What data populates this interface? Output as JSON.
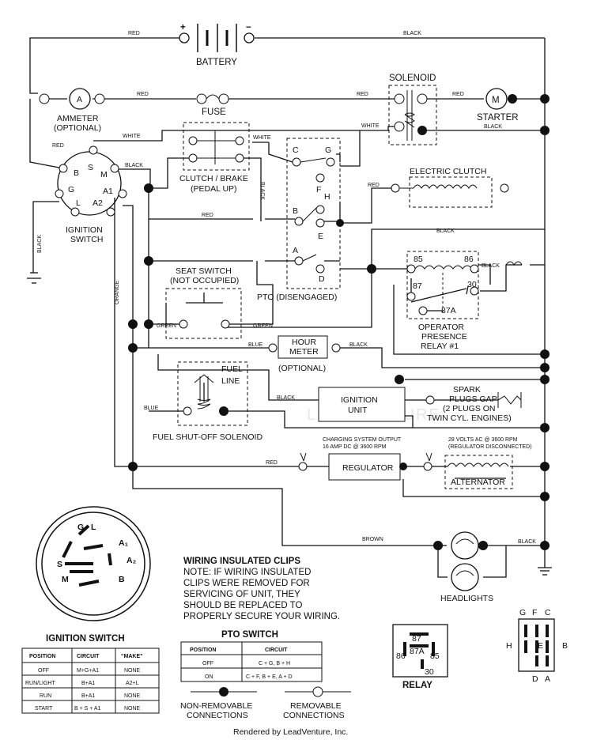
{
  "watermark": "LEADVENTURE",
  "footer": "Rendered by LeadVenture, Inc.",
  "battery": {
    "label": "BATTERY",
    "pos": "+",
    "neg": "−"
  },
  "solenoid": {
    "label": "SOLENOID"
  },
  "starter": {
    "label": "STARTER",
    "motor": "M"
  },
  "ammeter": {
    "symbol": "A",
    "label1": "AMMETER",
    "label2": "(OPTIONAL)"
  },
  "fuse": {
    "label": "FUSE"
  },
  "clutch_brake": {
    "label1": "CLUTCH / BRAKE",
    "label2": "(PEDAL UP)"
  },
  "ignition_switch": {
    "label1": "IGNITION",
    "label2": "SWITCH",
    "terminals": {
      "B": "B",
      "S": "S",
      "M": "M",
      "G": "G",
      "A1": "A1",
      "L": "L",
      "A2": "A2"
    }
  },
  "pto": {
    "label": "PTO (DISENGAGED)",
    "terminals": {
      "C": "C",
      "G": "G",
      "F": "F",
      "H": "H",
      "B": "B",
      "E": "E",
      "A": "A",
      "D": "D"
    }
  },
  "electric_clutch": {
    "label": "ELECTRIC CLUTCH"
  },
  "seat_switch": {
    "label1": "SEAT SWITCH",
    "label2": "(NOT OCCUPIED)"
  },
  "relay1": {
    "label1": "OPERATOR",
    "label2": "PRESENCE",
    "label3": "RELAY #1",
    "pins": {
      "p85": "85",
      "p86": "86",
      "p87": "87",
      "p30": "30",
      "p87a": "87A"
    }
  },
  "hour_meter": {
    "label1": "HOUR",
    "label2": "METER",
    "label3": "(OPTIONAL)"
  },
  "ignition_unit": {
    "label1": "IGNITION",
    "label2": "UNIT"
  },
  "spark": {
    "label1": "SPARK",
    "label2": "PLUGS GAP",
    "label3": "(2 PLUGS ON",
    "label4": "TWIN CYL. ENGINES)"
  },
  "fuel": {
    "label1": "FUEL",
    "label2": "LINE",
    "solenoid": "FUEL SHUT-OFF SOLENOID"
  },
  "regulator": {
    "label": "REGULATOR",
    "output1": "CHARGING SYSTEM OUTPUT",
    "output2": "16 AMP DC @ 3600 RPM",
    "volts1": "28 VOLTS AC @ 3600 RPM",
    "volts2": "(REGULATOR DISCONNECTED)"
  },
  "alternator": {
    "label": "ALTERNATOR"
  },
  "headlights": {
    "label": "HEADLIGHTS"
  },
  "wires": {
    "red": "RED",
    "black": "BLACK",
    "white": "WHITE",
    "green": "GREEN",
    "blue": "BLUE",
    "orange": "ORANGE",
    "brown": "BROWN"
  },
  "note": {
    "title": "WIRING INSULATED CLIPS",
    "lines": [
      "NOTE: IF WIRING INSULATED",
      "CLIPS WERE REMOVED FOR",
      "SERVICING OF UNIT, THEY",
      "SHOULD BE REPLACED TO",
      "PROPERLY SECURE YOUR WIRING."
    ]
  },
  "ignition_table": {
    "title": "IGNITION SWITCH",
    "headers": [
      "POSITION",
      "CIRCUIT",
      "“MAKE”"
    ],
    "rows": [
      [
        "OFF",
        "M+G+A1",
        "NONE"
      ],
      [
        "RUN/LIGHT",
        "B+A1",
        "A2+L"
      ],
      [
        "RUN",
        "B+A1",
        "NONE"
      ],
      [
        "START",
        "B + S + A1",
        "NONE"
      ]
    ]
  },
  "pto_table": {
    "title": "PTO SWITCH",
    "headers": [
      "POSITION",
      "CIRCUIT"
    ],
    "rows": [
      [
        "OFF",
        "C + G, B + H"
      ],
      [
        "ON",
        "C + F, B + E, A + D"
      ]
    ]
  },
  "legend": {
    "nonremovable1": "NON-REMOVABLE",
    "nonremovable2": "CONNECTIONS",
    "removable1": "REMOVABLE",
    "removable2": "CONNECTIONS"
  },
  "relay_box": {
    "label": "RELAY",
    "p86": "86",
    "p87": "87",
    "p87a": "87A",
    "p85": "85",
    "p30": "30"
  },
  "pto_conn": {
    "G": "G",
    "F": "F",
    "C": "C",
    "H": "H",
    "B": "B",
    "E": "E",
    "D": "D",
    "A": "A"
  },
  "ign_face": {
    "G": "G",
    "L": "L",
    "A1": "A₁",
    "S": "S",
    "A2": "A₂",
    "M": "M",
    "B": "B"
  }
}
